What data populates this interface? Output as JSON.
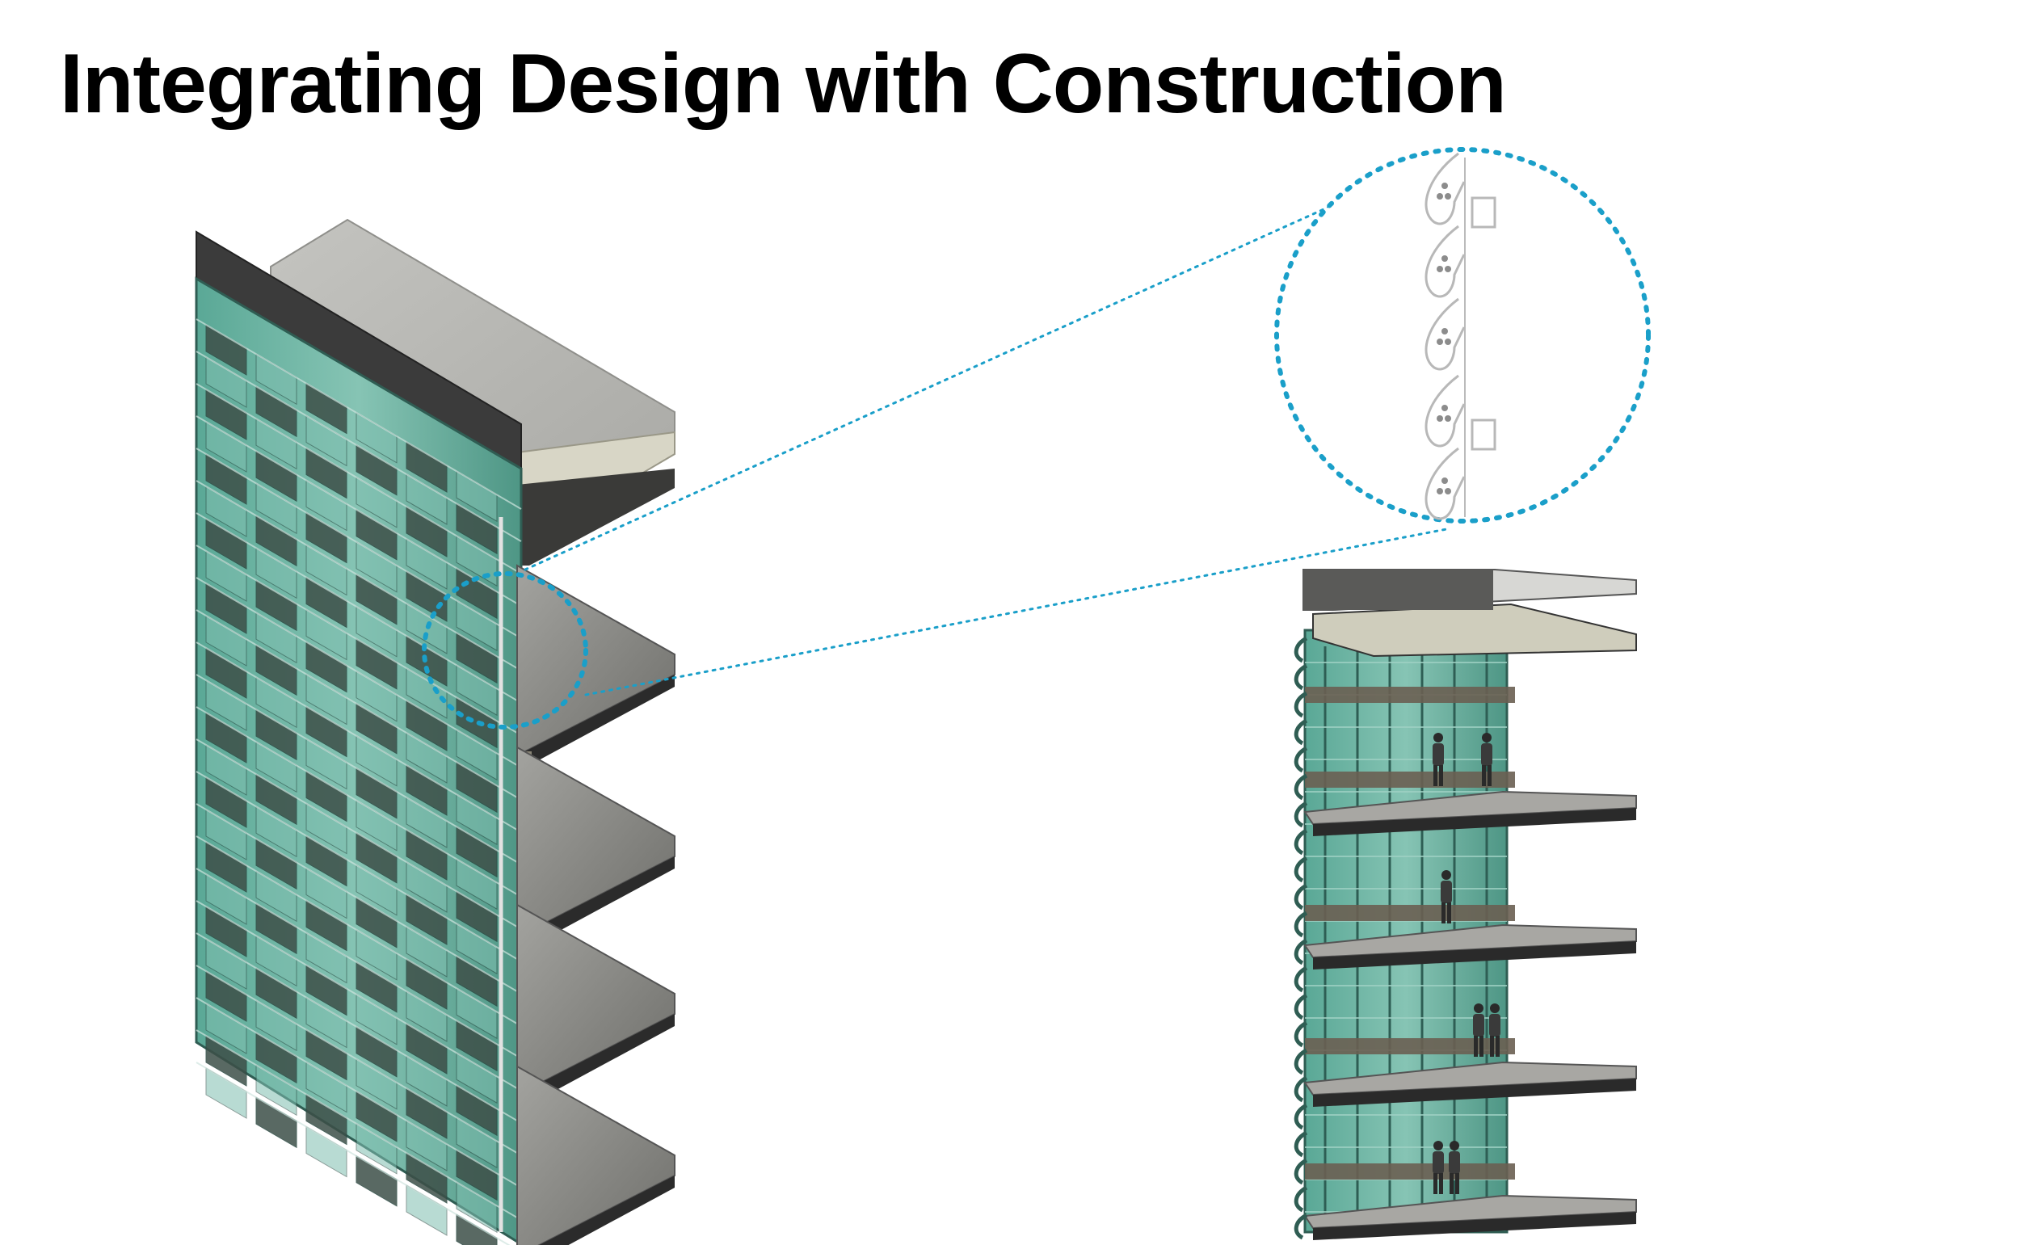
{
  "slide": {
    "title": "Integrating Design with Construction"
  },
  "colors": {
    "glass": "#4e9d8c",
    "glass_light": "#7fbfb0",
    "panel_dark": "#3d4f48",
    "concrete": "#8a8a86",
    "concrete_light": "#c9c9c6",
    "slab_edge": "#2b2b2b",
    "callout": "#1a9fc9"
  },
  "icons": [
    "detail-callout-circle",
    "magnifier-callout"
  ]
}
